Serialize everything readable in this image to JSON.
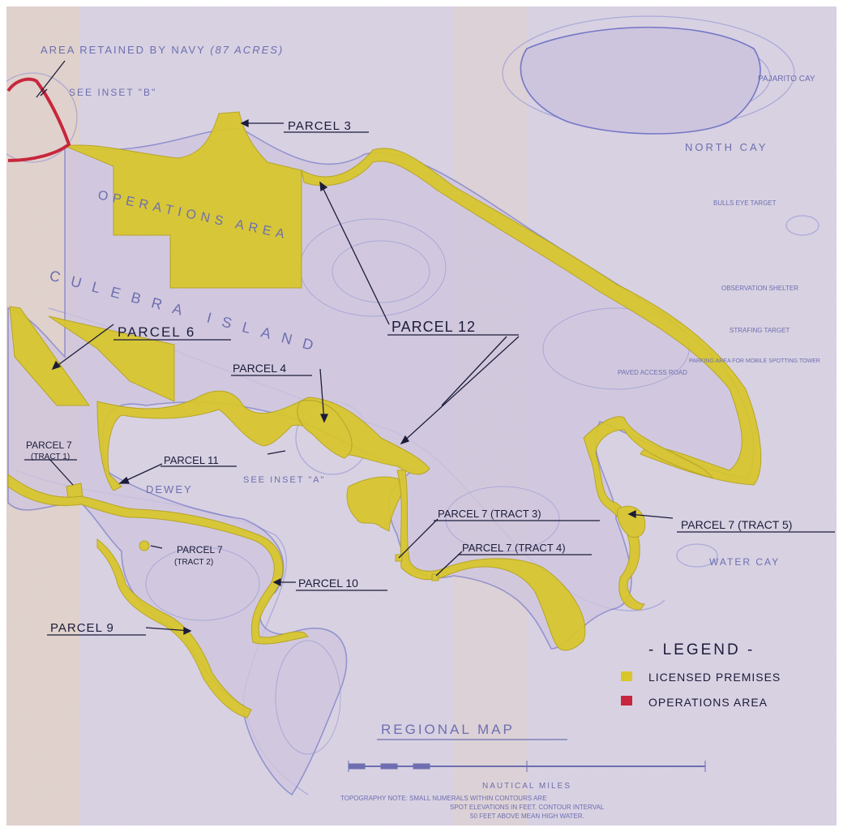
{
  "map": {
    "top_note": "AREA RETAINED BY NAVY",
    "top_note_suffix": "(87 ACRES)",
    "see_inset_b": "SEE INSET \"B\"",
    "see_inset_a": "SEE INSET \"A\"",
    "operations_area_text": "OPERATIONS AREA",
    "island_name": "CULEBRA ISLAND",
    "town_name": "DEWEY",
    "north_cay": "NORTH CAY",
    "water_cay": "WATER CAY",
    "pajarito": "PAJARITO CAY",
    "bulls_eye": "BULLS EYE TARGET",
    "observation": "OBSERVATION SHELTER",
    "strafing": "STRAFING TARGET",
    "parking": "PARKING AREA FOR MOBILE SPOTTING TOWER",
    "access_road": "PAVED ACCESS ROAD",
    "regional_map": "REGIONAL MAP",
    "scale_title": "NAUTICAL MILES",
    "topo_note_1": "TOPOGRAPHY NOTE: SMALL NUMERALS WITHIN CONTOURS ARE",
    "topo_note_2": "SPOT ELEVATIONS IN FEET. CONTOUR INTERVAL",
    "topo_note_3": "50 FEET ABOVE MEAN HIGH WATER."
  },
  "parcels": {
    "p3": "PARCEL 3",
    "p6": "PARCEL 6",
    "p4": "PARCEL 4",
    "p12": "PARCEL 12",
    "p7": "PARCEL 7",
    "tract1": "(TRACT 1)",
    "p11": "PARCEL 11",
    "p7_tract2": "PARCEL 7",
    "tract2": "(TRACT 2)",
    "p7_tract3": "PARCEL 7 (TRACT 3)",
    "p7_tract4": "PARCEL 7 (TRACT 4)",
    "p7_tract5": "PARCEL 7 (TRACT 5)",
    "p10": "PARCEL 10",
    "p9": "PARCEL 9"
  },
  "legend": {
    "title": "- LEGEND -",
    "licensed": "LICENSED PREMISES",
    "operations": "OPERATIONS AREA",
    "licensed_color": "#d8c62a",
    "operations_color": "#c8263c"
  }
}
